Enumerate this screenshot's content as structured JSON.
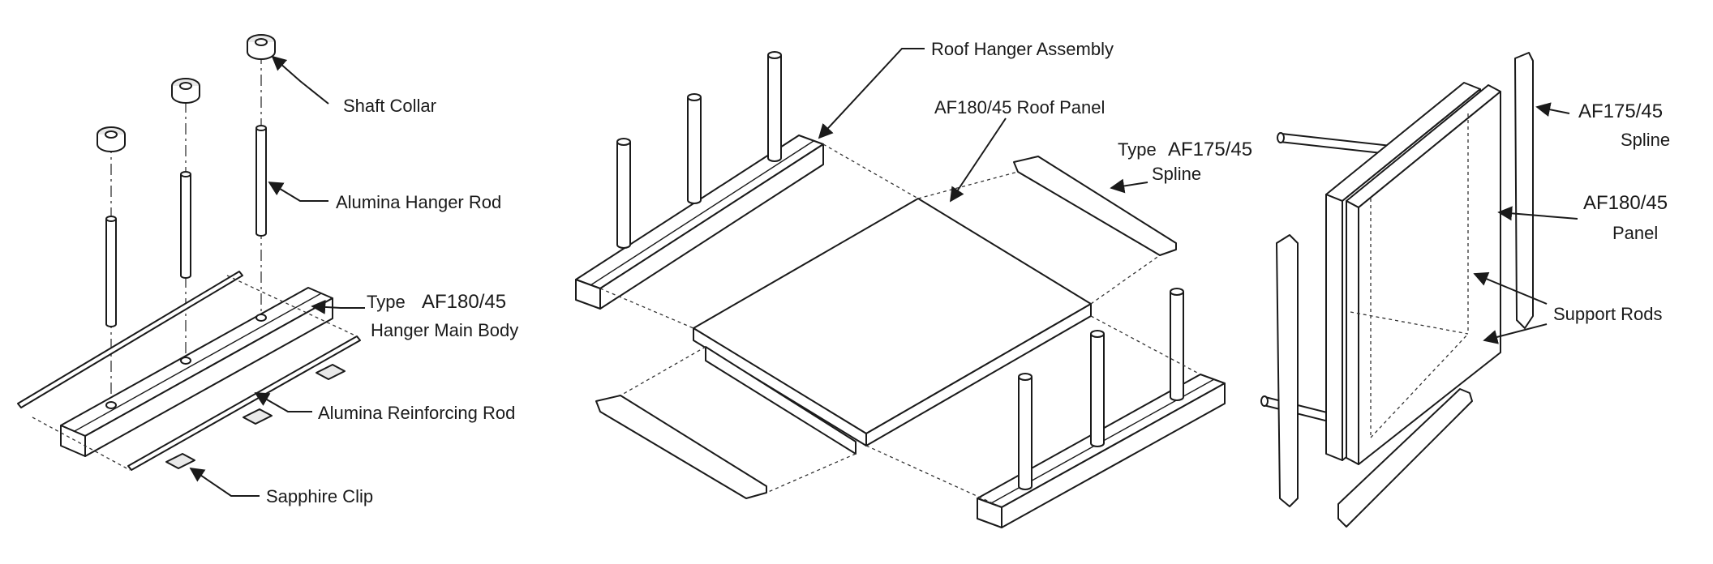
{
  "figure_a": {
    "shaft_collar": "Shaft Collar",
    "alumina_hanger_rod": "Alumina Hanger Rod",
    "type_prefix": "Type",
    "type_model": "AF180/45",
    "hanger_main_body": "Hanger Main Body",
    "alumina_reinforcing_rod": "Alumina Reinforcing Rod",
    "sapphire_clip": "Sapphire Clip"
  },
  "figure_b": {
    "roof_hanger_assembly": "Roof Hanger Assembly",
    "roof_panel": "AF180/45 Roof Panel",
    "spline_type_prefix": "Type",
    "spline_model": "AF175/45",
    "spline": "Spline"
  },
  "figure_c": {
    "spline_model": "AF175/45",
    "spline": "Spline",
    "panel_model": "AF180/45",
    "panel": "Panel",
    "support_rods": "Support Rods"
  }
}
